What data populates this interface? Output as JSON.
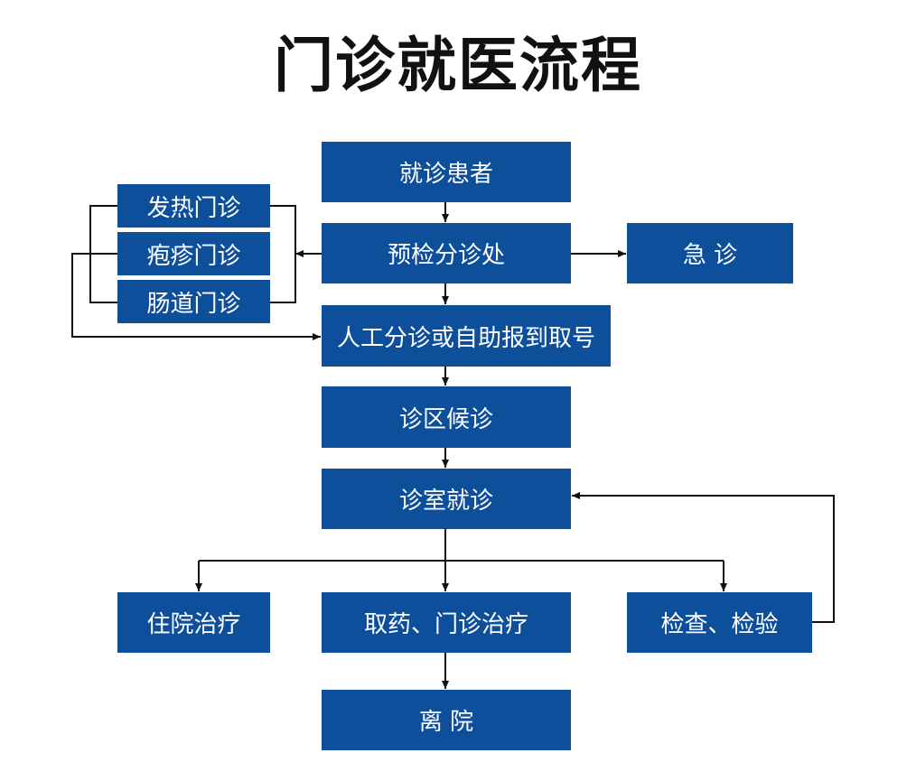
{
  "title": "门诊就医流程",
  "colors": {
    "node_fill": "#0e4f9c",
    "node_text": "#ffffff",
    "connector": "#111111",
    "title_text": "#111111"
  },
  "nodes": {
    "patient": "就诊患者",
    "triage": "预检分诊处",
    "emergency": "急 诊",
    "fever": "发热门诊",
    "rash": "疱疹门诊",
    "intestinal": "肠道门诊",
    "register": "人工分诊或自助报到取号",
    "waiting": "诊区候诊",
    "consult": "诊室就诊",
    "inpatient": "住院治疗",
    "medicine": "取药、门诊治疗",
    "exam": "检查、检验",
    "leave": "离 院"
  }
}
